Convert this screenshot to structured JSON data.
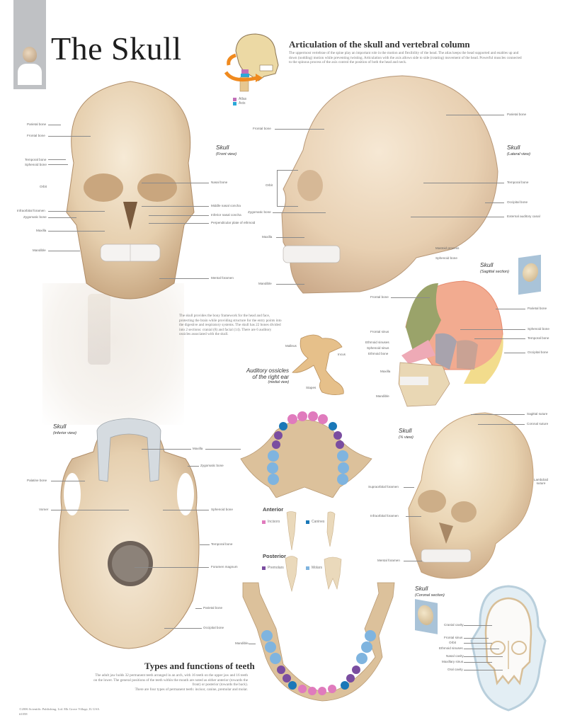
{
  "header": {
    "title": "The Skull"
  },
  "articulation": {
    "heading": "Articulation of the skull and vertebral column",
    "text": "The uppermost vertebrae of the spine play an important role in the motion and flexibility of the head. The atlas keeps the head supported and enables up and down (nodding) motion while preventing twisting. Articulation with the axis allows side to side (rotating) movement of the head. Powerful muscles connected to the spinous process of the axis control the position of both the head and neck.",
    "legend": [
      {
        "label": "Atlas",
        "color": "#c06fb8"
      },
      {
        "label": "Axis",
        "color": "#2ba8d8"
      }
    ],
    "arrow_color": "#f08a1e"
  },
  "front_view": {
    "title": "Skull",
    "subtitle": "(Front view)",
    "left_labels": [
      "Parietal bone",
      "Frontal bone",
      "Temporal bone",
      "Sphenoid bone",
      "Orbit",
      "Infraorbital foramen",
      "Zygomatic bone",
      "Maxilla",
      "Mandible"
    ],
    "right_labels": [
      "Nasal bone",
      "Middle nasal concha",
      "Inferior nasal concha",
      "Perpendicular plate of ethmoid",
      "Mental foramen"
    ]
  },
  "lateral_view": {
    "title": "Skull",
    "subtitle": "(Lateral view)",
    "left_labels": [
      "Frontal bone",
      "Orbit",
      "Zygomatic bone",
      "Maxilla",
      "Mandible"
    ],
    "right_labels": [
      "Parietal bone",
      "Temporal bone",
      "Occipital bone",
      "External auditory canal",
      "Mastoid process",
      "Sphenoid bone"
    ]
  },
  "intro": {
    "text": "The skull provides the bony framework for the head and face, protecting the brain while providing structure for the entry points into the digestive and respiratory systems. The skull has 22 bones divided into 2 sections: cranial (8) and facial (14). There are 6 auditory ossicles associated with the skull."
  },
  "sagittal_section": {
    "title": "Skull",
    "subtitle": "(Sagittal section)",
    "left_labels": [
      "Frontal bone",
      "Frontal sinus",
      "Ethmoid sinuses",
      "Sphenoid sinus",
      "Ethmoid bone",
      "Maxilla",
      "Mandible"
    ],
    "right_labels": [
      "Parietal bone",
      "Sphenoid bone",
      "Temporal bone",
      "Occipital bone"
    ],
    "colors": {
      "frontal": "#9aa36a",
      "parietal": "#f2ab90",
      "occipital": "#f2dc8c",
      "sphenoid": "#a8a3ad",
      "ethmoid": "#eeaab6",
      "temporal": "#c9a294"
    }
  },
  "ossicles": {
    "title_line1": "Auditory ossicles",
    "title_line2": "of the right ear",
    "subtitle": "(medial view)",
    "labels": [
      "Malleus",
      "Incus",
      "Stapes"
    ]
  },
  "inferior_view": {
    "title": "Skull",
    "subtitle": "(inferior view)",
    "left_labels": [
      "Palatine bone",
      "Vomer"
    ],
    "right_labels": [
      "Maxilla",
      "Zygomatic bone",
      "Sphenoid bone",
      "Temporal bone",
      "Foramen magnum",
      "Parietal bone",
      "Occipital bone"
    ]
  },
  "teeth": {
    "anterior_heading": "Anterior",
    "posterior_heading": "Posterior",
    "legend": [
      {
        "label": "Incisors",
        "color": "#e07bbd"
      },
      {
        "label": "Canines",
        "color": "#1a78b8"
      },
      {
        "label": "Premolars",
        "color": "#7a4da0"
      },
      {
        "label": "Molars",
        "color": "#7fb4df"
      }
    ],
    "mandible_label": "Mandible",
    "heading": "Types and functions of teeth",
    "text1": "The adult jaw holds 32 permanent teeth arranged in an arch, with 16 teeth on the upper jaw and 16 teeth on the lower. The general positions of the teeth within the mouth are noted as either anterior (towards the front) or posterior (towards the back).",
    "text2": "There are four types of permanent teeth: incisor, canine, premolar and molar."
  },
  "three_quarter_view": {
    "title": "Skull",
    "subtitle": "(¾ view)",
    "left_labels": [
      "Supraorbital foramen",
      "Infraorbital foramen",
      "Mental foramen"
    ],
    "right_labels": [
      "Sagittal suture",
      "Coronal suture",
      "Lambdoid suture"
    ]
  },
  "coronal_section": {
    "title": "Skull",
    "subtitle": "(Coronal section)",
    "labels": [
      "Cranial cavity",
      "Frontal sinus",
      "Orbit",
      "Ethmoid sinuses",
      "Nasal cavity",
      "Maxillary sinus",
      "Oral cavity"
    ]
  },
  "footer": {
    "copyright": "©2006 Scientific Publishing, Ltd. Elk Grove Village, IL USA",
    "code": "#1058"
  }
}
